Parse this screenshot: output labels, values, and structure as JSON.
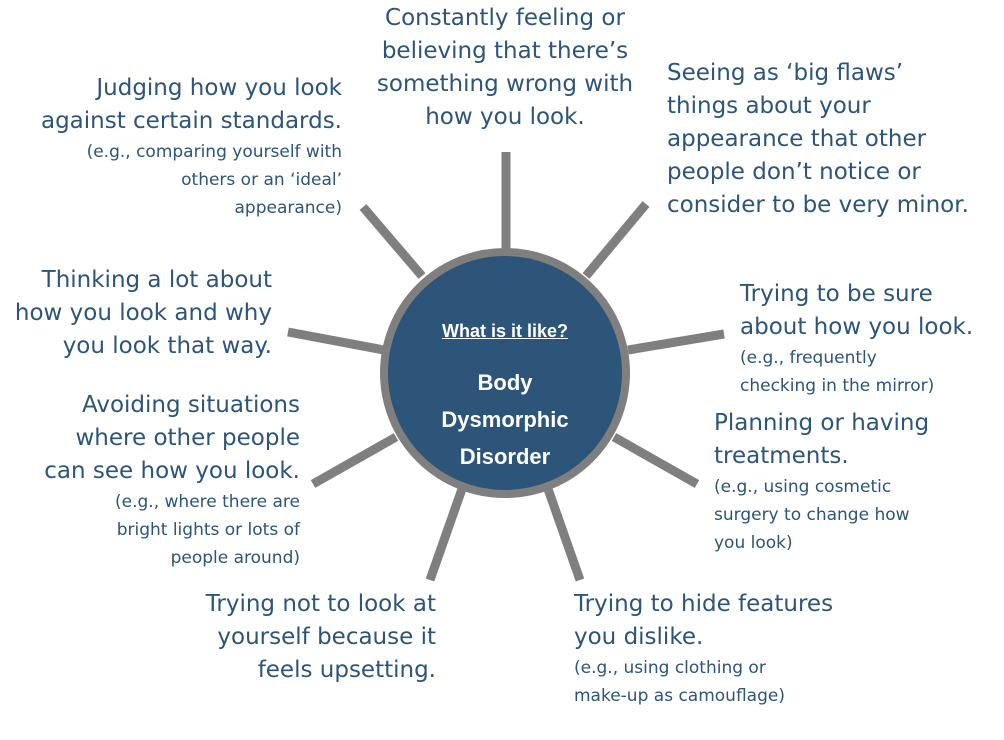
{
  "center": {
    "subtitle": "What is it like?",
    "title": "Body Dysmorphic Disorder"
  },
  "notes": {
    "top": {
      "lead": "Constantly feeling or\nbelieving that there’s\nsomething wrong with\nhow you look.",
      "example": ""
    },
    "top_left": {
      "lead": "Judging how you look\nagainst certain standards.",
      "example": "(e.g., comparing yourself with\nothers or an ‘ideal’\nappearance)"
    },
    "top_right": {
      "lead": "Seeing as ‘big flaws’\nthings about your\nappearance that other\npeople don’t notice or\nconsider to be very minor.",
      "example": ""
    },
    "left": {
      "lead": "Thinking a lot about\nhow you look and why\nyou look that way.",
      "example": ""
    },
    "right": {
      "lead": "Trying to be sure\nabout how you look.",
      "example": "(e.g., frequently\nchecking in the mirror)"
    },
    "lower_left": {
      "lead": "Avoiding situations\nwhere other people\ncan see how you look.",
      "example": "(e.g., where there are\nbright lights or lots of\npeople around)"
    },
    "lower_right": {
      "lead": "Planning or having\ntreatments.",
      "example": "(e.g., using cosmetic\nsurgery to change how\nyou look)"
    },
    "bottom_left": {
      "lead": "Trying not to look at\nyourself because it\nfeels upsetting.",
      "example": ""
    },
    "bottom_right": {
      "lead": "Trying to hide features\nyou dislike.",
      "example": "(e.g., using clothing or\nmake-up as camouflage)"
    }
  },
  "colors": {
    "text": "#2d5479",
    "circle_fill": "#2d5479",
    "ring_and_spokes": "#7f7f7f"
  }
}
